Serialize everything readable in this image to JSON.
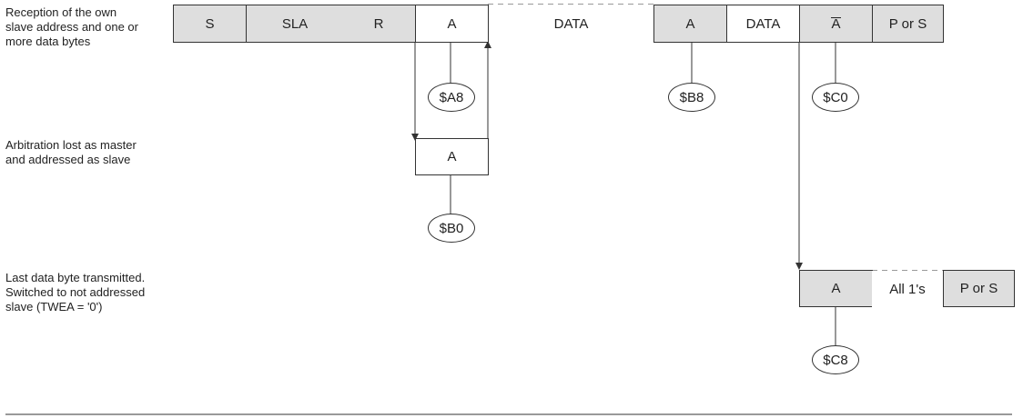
{
  "descriptions": {
    "reception": "Reception of the own\nslave address and one or\nmore data bytes",
    "arbitration": "Arbitration lost as master\nand addressed as slave",
    "last_byte": "Last data byte transmitted.\nSwitched to not addressed\nslave (TWEA = '0')"
  },
  "row1": {
    "s": "S",
    "sla": "SLA",
    "r": "R",
    "a1": "A",
    "data1": "DATA",
    "a2": "A",
    "data2": "DATA",
    "abar": "A",
    "p_or_s": "P or S"
  },
  "row2": {
    "a": "A"
  },
  "row3": {
    "a": "A",
    "all_ones": "All 1's",
    "p_or_s": "P or S"
  },
  "status_codes": {
    "a8": "$A8",
    "b8": "$B8",
    "c0": "$C0",
    "b0": "$B0",
    "c8": "$C8"
  },
  "colors": {
    "shaded": "#dedede",
    "line": "#333333"
  }
}
